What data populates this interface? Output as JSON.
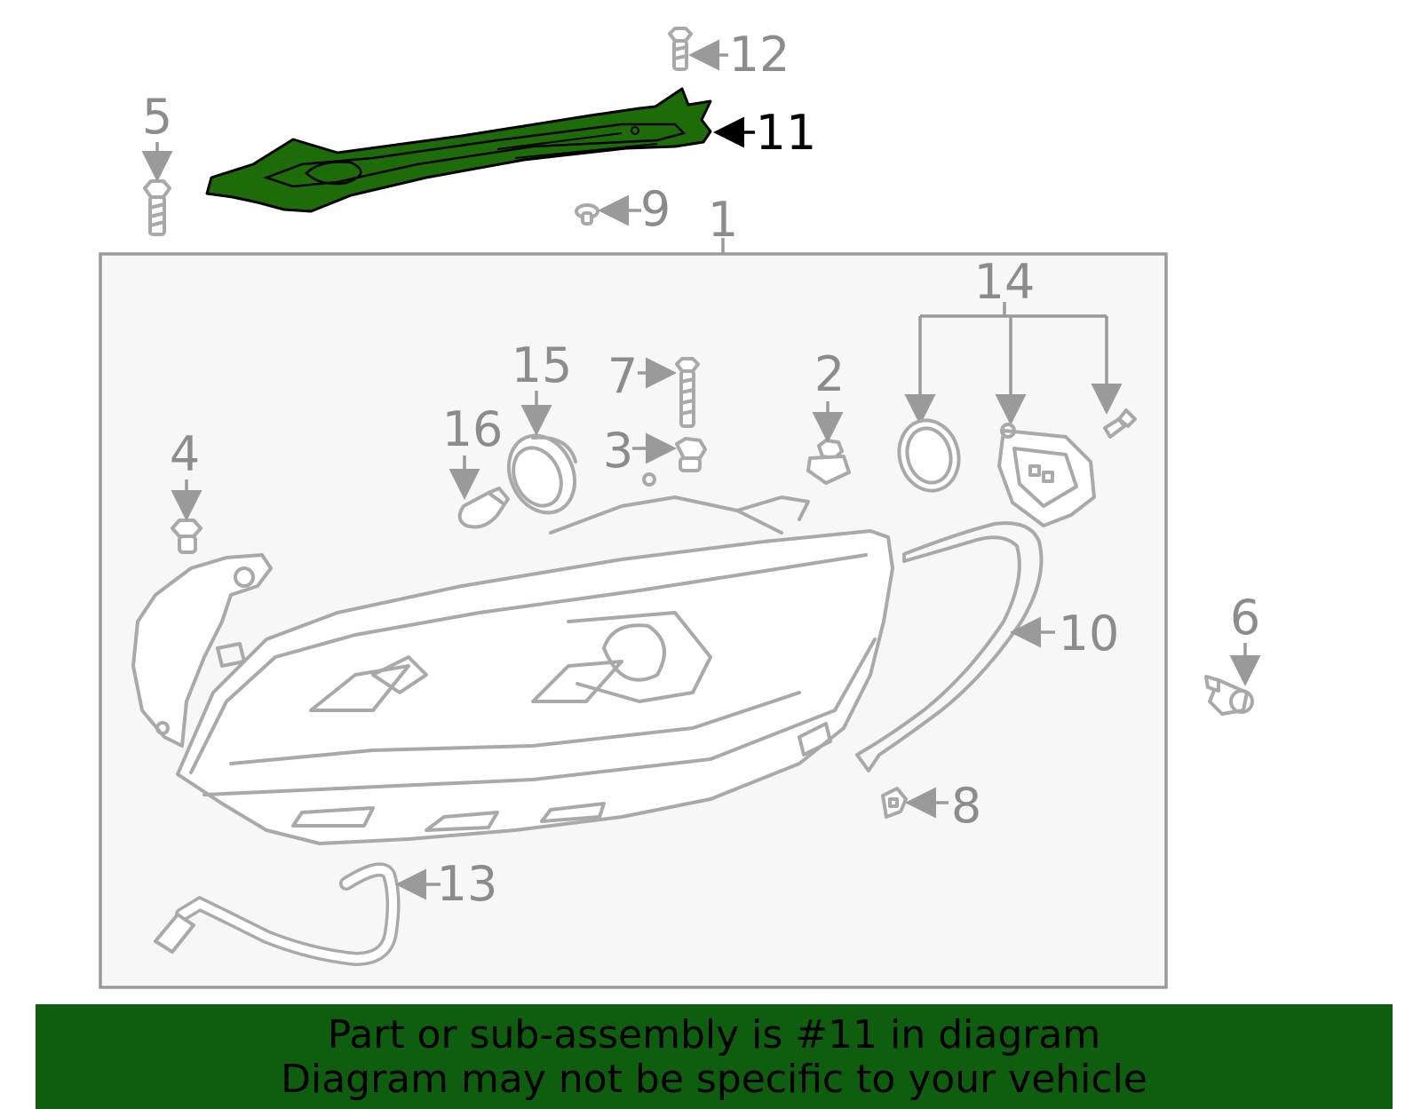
{
  "colors": {
    "highlight_fill": "#1e6b0a",
    "highlight_stroke": "#000000",
    "part_stroke": "#a9a9a9",
    "callout_text": "#8c8c8c",
    "box_fill": "#f7f7f7",
    "banner_bg": "#0f5d0f"
  },
  "highlighted_part": "11",
  "callouts": [
    {
      "id": "c1",
      "label": "1"
    },
    {
      "id": "c2",
      "label": "2"
    },
    {
      "id": "c3",
      "label": "3"
    },
    {
      "id": "c4",
      "label": "4"
    },
    {
      "id": "c5",
      "label": "5"
    },
    {
      "id": "c6",
      "label": "6"
    },
    {
      "id": "c7",
      "label": "7"
    },
    {
      "id": "c8",
      "label": "8"
    },
    {
      "id": "c9",
      "label": "9"
    },
    {
      "id": "c10",
      "label": "10"
    },
    {
      "id": "c11",
      "label": "11"
    },
    {
      "id": "c12",
      "label": "12"
    },
    {
      "id": "c13",
      "label": "13"
    },
    {
      "id": "c14",
      "label": "14"
    },
    {
      "id": "c15",
      "label": "15"
    },
    {
      "id": "c16",
      "label": "16"
    }
  ],
  "banner": {
    "line1": "Part or sub-assembly is #11 in diagram",
    "line2": "Diagram may not be specific to your vehicle"
  }
}
